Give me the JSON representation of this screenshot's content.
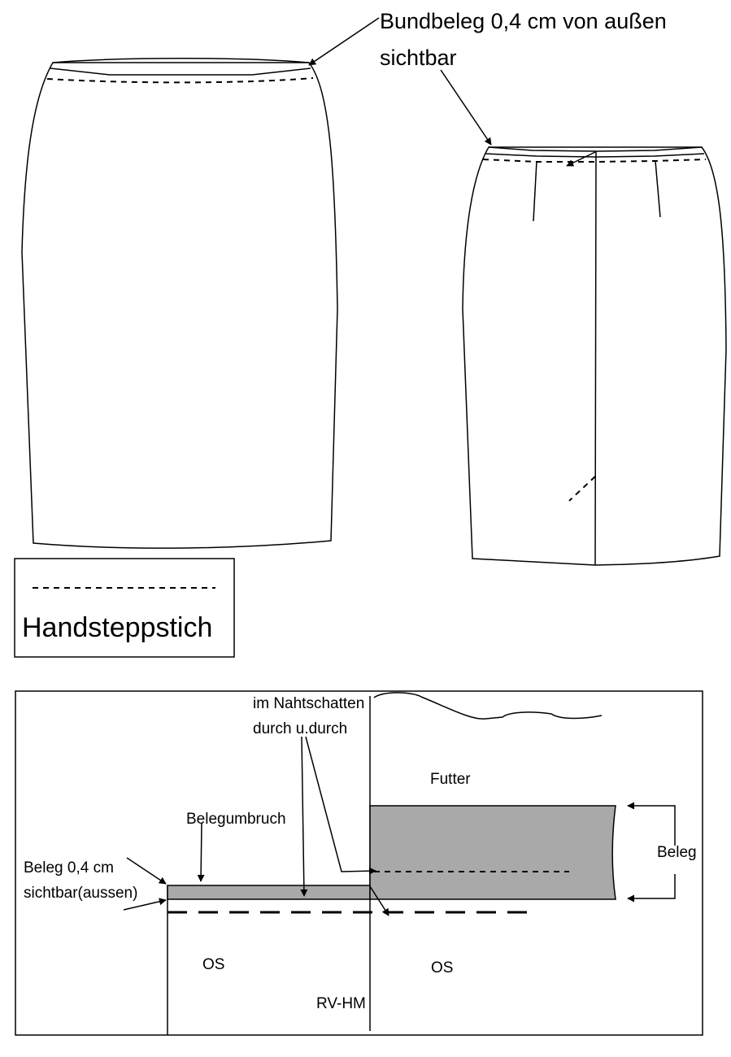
{
  "labels": {
    "bundbeleg_line1": "Bundbeleg 0,4 cm von außen",
    "bundbeleg_line2": "sichtbar",
    "legend_text": "Handsteppstich",
    "nahtschatten_line1": "im Nahtschatten",
    "nahtschatten_line2": "durch u.durch",
    "futter": "Futter",
    "belegumbruch": "Belegumbruch",
    "beleg_sichtbar_line1": "Beleg 0,4 cm",
    "beleg_sichtbar_line2": "sichtbar(aussen)",
    "beleg": "Beleg",
    "os_left": "OS",
    "os_right": "OS",
    "rv_hm": "RV-HM"
  },
  "colors": {
    "line": "#000000",
    "fill_grey": "#a9a9a9",
    "background": "#ffffff"
  }
}
